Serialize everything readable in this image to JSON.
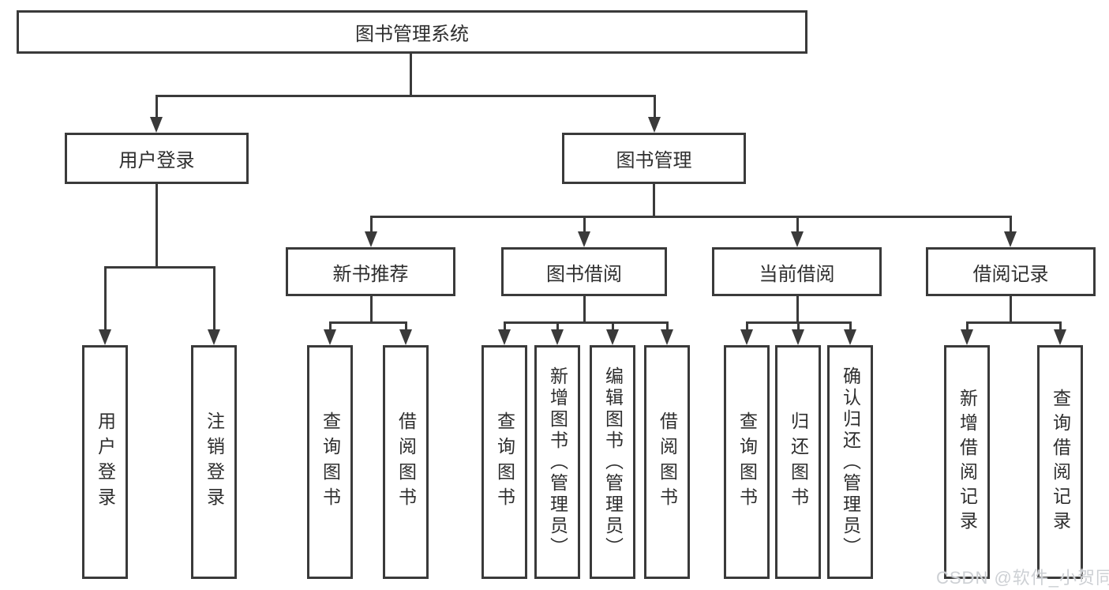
{
  "diagram": {
    "type": "hierarchy-flowchart",
    "root": {
      "label": "图书管理系统"
    },
    "level1": [
      {
        "label": "用户登录"
      },
      {
        "label": "图书管理"
      }
    ],
    "level2": [
      {
        "label": "新书推荐"
      },
      {
        "label": "图书借阅"
      },
      {
        "label": "当前借阅"
      },
      {
        "label": "借阅记录"
      }
    ],
    "leaves": {
      "user_login": [
        "用户登录",
        "注销登录"
      ],
      "new_book": [
        "查询图书",
        "借阅图书"
      ],
      "book_borrow": [
        "查询图书",
        "新增图书（管理员）",
        "编辑图书（管理员）",
        "借阅图书"
      ],
      "current_borrow": [
        "查询图书",
        "归还图书",
        "确认归还（管理员）"
      ],
      "borrow_records": [
        "新增借阅记录",
        "查询借阅记录"
      ]
    },
    "colors": {
      "line": "#3a3a3a",
      "text": "#2e2e2e",
      "background": "#ffffff",
      "watermark": "#cdd0d4"
    },
    "watermark": "CSDN @软件_小贺同学"
  }
}
